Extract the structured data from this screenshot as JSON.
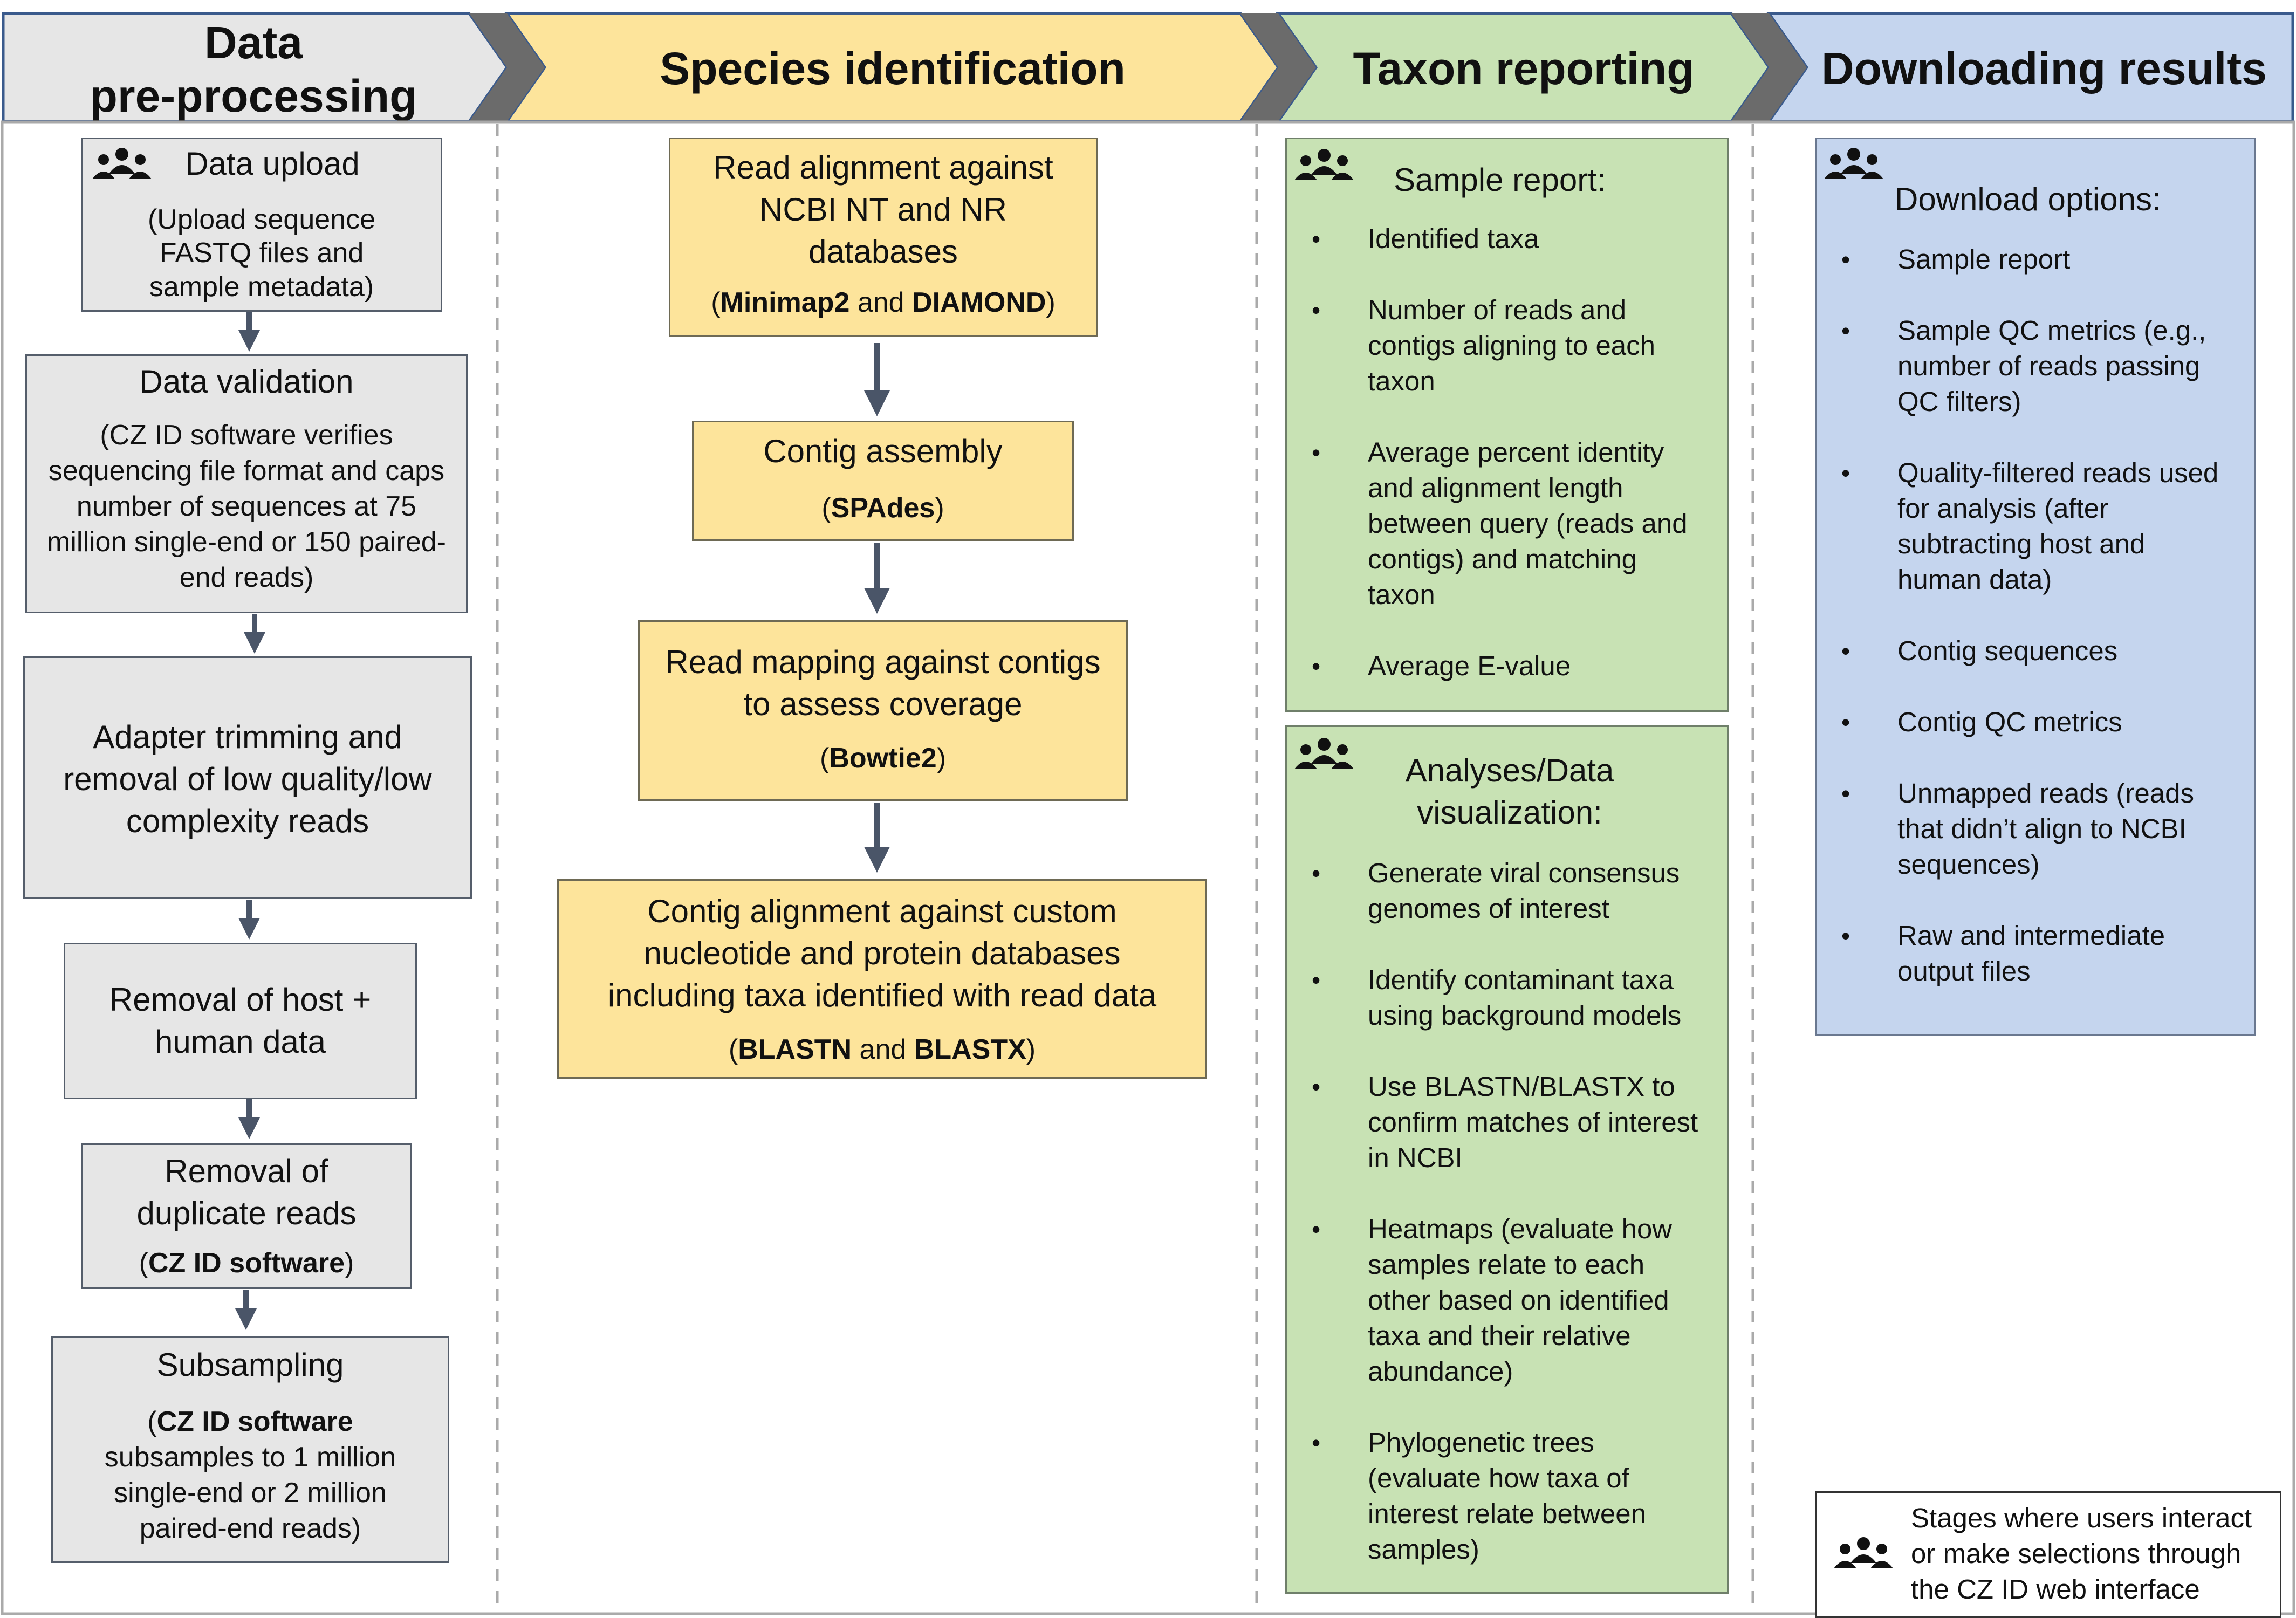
{
  "header": {
    "stages": [
      {
        "label_line1": "Data",
        "label_line2": "pre-processing",
        "color": "#e6e6e6"
      },
      {
        "label": "Species identification",
        "color": "#fde49b"
      },
      {
        "label": "Taxon reporting",
        "color": "#c8e2b4"
      },
      {
        "label": "Downloading results",
        "color": "#c5d5ee"
      }
    ]
  },
  "preprocessing": {
    "data_upload": {
      "title": "Data upload",
      "desc": "(Upload sequence FASTQ files and sample metadata)"
    },
    "data_validation": {
      "title": "Data validation",
      "desc": "(CZ ID software verifies sequencing file format and caps number of sequences at 75 million single-end or 150 paired-end reads)"
    },
    "adapter_trimming": {
      "title": "Adapter trimming and removal of low quality/low complexity reads"
    },
    "host_removal": {
      "title": "Removal of host + human data"
    },
    "duplicate_removal": {
      "title": "Removal of duplicate reads",
      "tool_open": "(",
      "tool": "CZ ID software",
      "tool_close": ")"
    },
    "subsampling": {
      "title": "Subsampling",
      "tool_open": "(",
      "tool": "CZ ID software",
      "desc": "subsamples to 1 million single-end or 2 million paired-end reads)"
    }
  },
  "species_identification": {
    "read_alignment": {
      "title": "Read alignment against NCBI NT and NR databases",
      "open": "(",
      "tool1": "Minimap2",
      "and": " and ",
      "tool2": "DIAMOND",
      "close": ")"
    },
    "contig_assembly": {
      "title": "Contig assembly",
      "open": "(",
      "tool1": "SPAdes",
      "close": ")"
    },
    "read_mapping": {
      "title": "Read mapping against contigs to assess coverage",
      "open": "(",
      "tool1": "Bowtie2",
      "close": ")"
    },
    "contig_alignment": {
      "title": "Contig alignment against custom nucleotide and protein databases including taxa identified with read data",
      "open": "(",
      "tool1": "BLASTN",
      "and": " and ",
      "tool2": "BLASTX",
      "close": ")"
    }
  },
  "taxon_reporting": {
    "sample_report": {
      "title": "Sample report:",
      "items": [
        "Identified taxa",
        "Number of reads and contigs aligning to each taxon",
        "Average percent identity and alignment length between query (reads and contigs) and matching taxon",
        "Average E-value"
      ]
    },
    "analyses": {
      "title": "Analyses/Data visualization:",
      "items": [
        "Generate viral consensus genomes of interest",
        "Identify contaminant taxa using background models",
        "Use BLASTN/BLASTX to confirm matches of interest in NCBI",
        "Heatmaps (evaluate how samples relate to each other based on identified taxa and their relative abundance)",
        "Phylogenetic trees (evaluate how taxa of interest relate between samples)"
      ]
    }
  },
  "downloading": {
    "title": "Download options:",
    "items": [
      "Sample report",
      "Sample QC metrics (e.g., number of reads passing QC filters)",
      "Quality-filtered reads used for analysis (after subtracting host and human data)",
      "Contig sequences",
      "Contig QC metrics",
      "Unmapped reads (reads that didn’t align to NCBI sequences)",
      "Raw and intermediate output files"
    ]
  },
  "legend": {
    "text": "Stages where users interact or make selections through the CZ ID web interface",
    "icon": "users-icon"
  },
  "colors": {
    "arrow": "#4a5568",
    "chevron": "#6b6b6b",
    "header_border": "#3a5a8c",
    "divider": "#aaaaaa"
  }
}
